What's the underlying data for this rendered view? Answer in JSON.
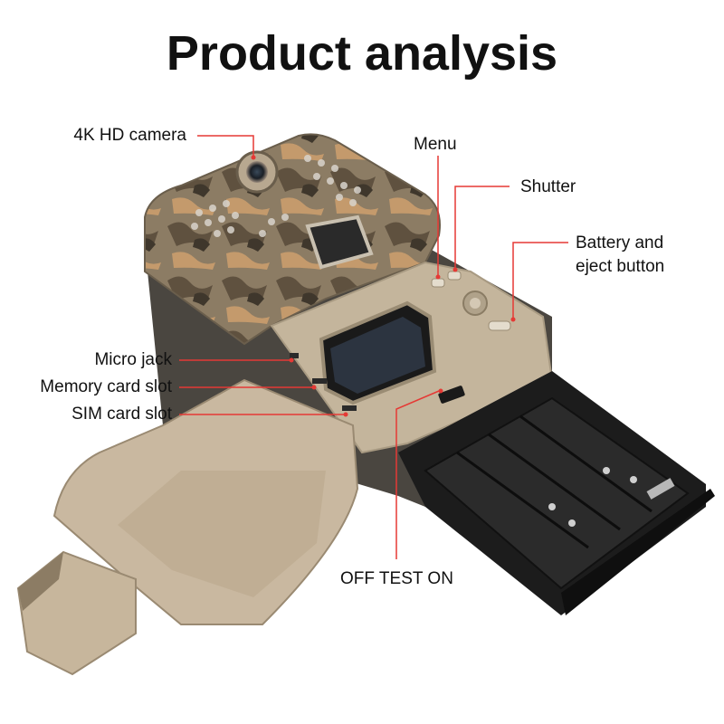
{
  "title": "Product analysis",
  "colors": {
    "callout_line": "#e53935",
    "text": "#111111",
    "camo_base": "#8c7c64",
    "battery_tray": "#1c1c1c"
  },
  "callouts": {
    "camera": "4K HD camera",
    "menu": "Menu",
    "shutter": "Shutter",
    "battery_eject_line1": "Battery and",
    "battery_eject_line2": "eject button",
    "micro_jack": "Micro jack",
    "memory_card": "Memory card slot",
    "sim_card": "SIM card slot",
    "switch": "OFF TEST ON"
  }
}
